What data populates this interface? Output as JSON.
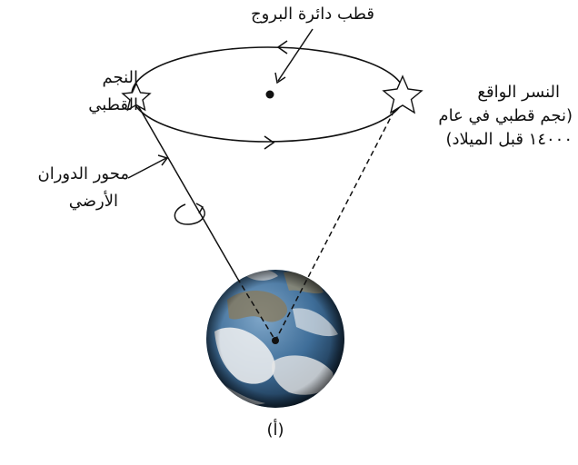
{
  "labels": {
    "ecliptic_pole": "قطب دائرة البروج",
    "polaris_line1": "النجم",
    "polaris_line2": "القطبي",
    "vega_line1": "النسر الواقع",
    "vega_line2": "(نجم قطبي في عام",
    "vega_line3": "١٤٠٠٠ قبل الميلاد)",
    "axis_line1": "محور الدوران",
    "axis_line2": "الأرضي",
    "caption": "(أ)"
  },
  "icons": [
    "star-icon",
    "rotation-arrow-icon",
    "earth-globe-icon"
  ],
  "colors": {
    "ink": "#111111",
    "ocean": "#2f5f8f",
    "cloud": "#f2f2f2",
    "land": "#8a7a5a"
  }
}
